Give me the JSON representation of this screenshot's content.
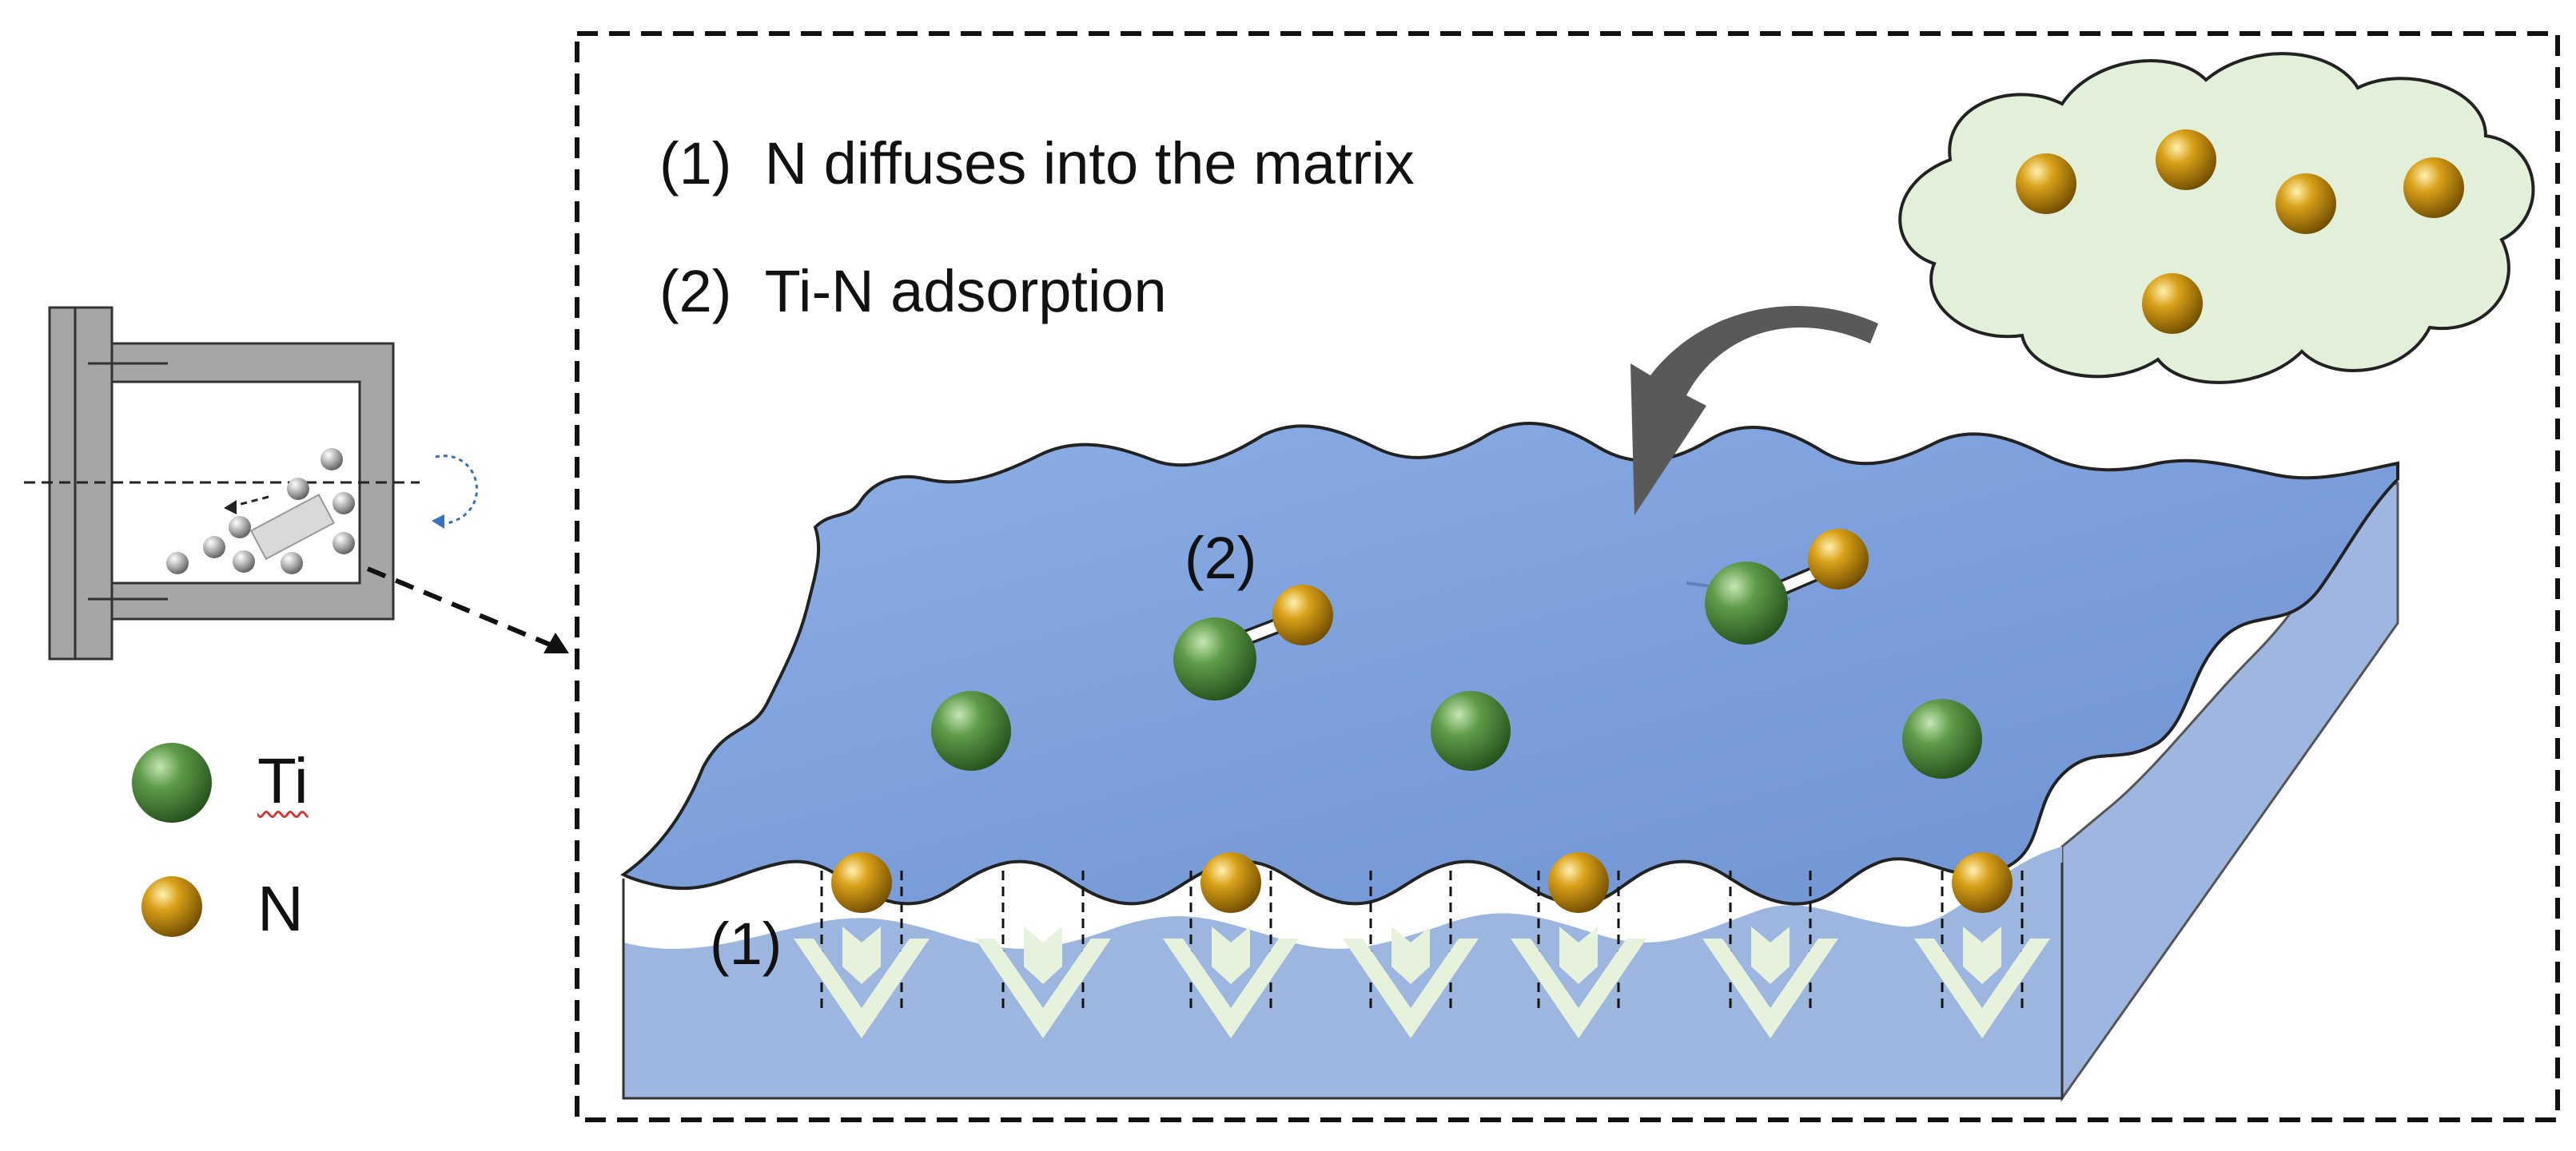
{
  "steps": [
    {
      "number": "(1)",
      "text": "N diffuses into the matrix"
    },
    {
      "number": "(2)",
      "text": "Ti-N adsorption"
    }
  ],
  "markers": {
    "diffusion": "(1)",
    "adsorption": "(2)"
  },
  "legend": {
    "ti": {
      "label": "Ti",
      "color": "#4c8a3e"
    },
    "n": {
      "label": "N",
      "color": "#d39a12"
    }
  },
  "colors": {
    "matrix_surface": "#7a9fdc",
    "matrix_front": "#9fb8df",
    "cloud_fill": "#e2efd9",
    "arrow": "#595959",
    "chamber_wall": "#a6a6a6"
  }
}
